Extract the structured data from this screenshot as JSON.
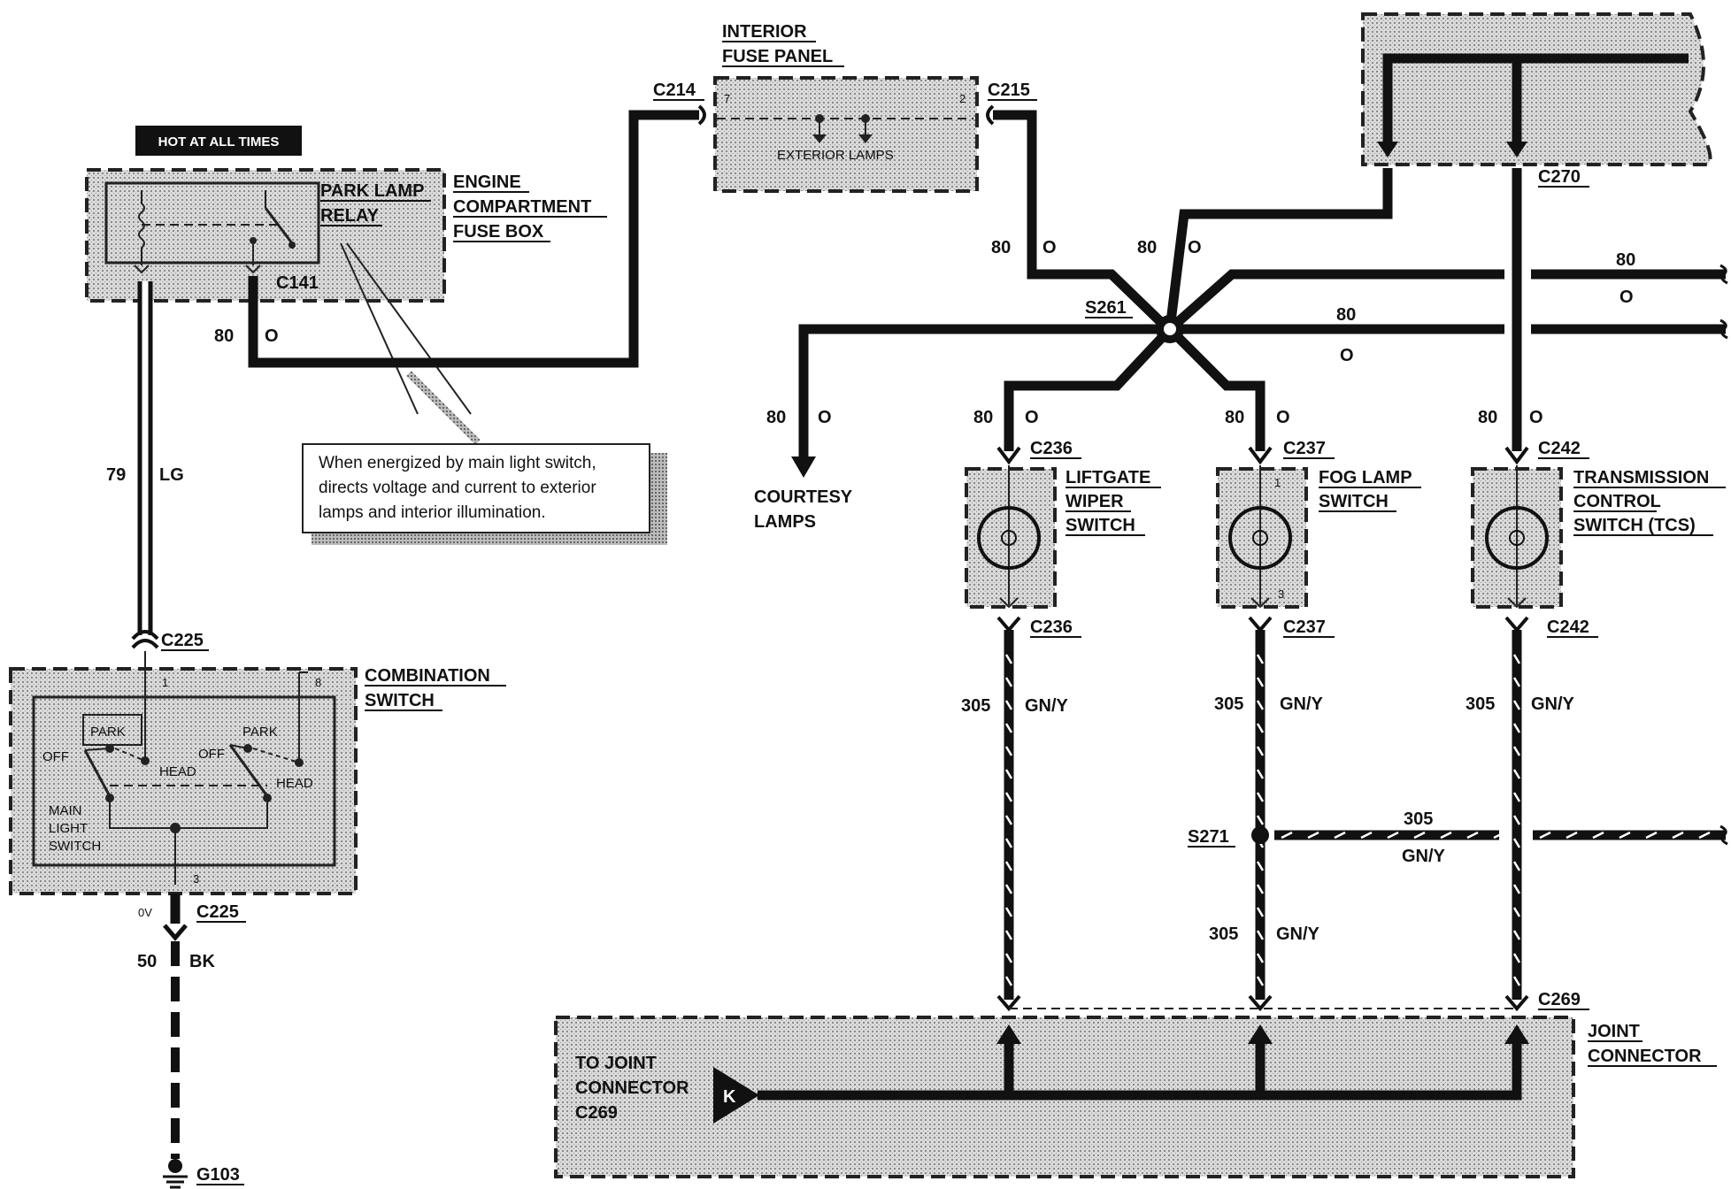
{
  "labels": {
    "hot": "HOT AT ALL TIMES",
    "park_relay_1": "PARK LAMP",
    "park_relay_2": "RELAY",
    "ecfb_1": "ENGINE",
    "ecfb_2": "COMPARTMENT",
    "ecfb_3": "FUSE BOX",
    "c141": "C141",
    "wire80": "80",
    "wireO": "O",
    "wire79": "79",
    "wireLG": "LG",
    "c225": "C225",
    "combo_1": "COMBINATION",
    "combo_2": "SWITCH",
    "pin1": "1",
    "pin8": "8",
    "pin3": "3",
    "park": "PARK",
    "off": "OFF",
    "head": "HEAD",
    "main1": "MAIN",
    "main2": "LIGHT",
    "main3": "SWITCH",
    "zero_v": "0V",
    "wire50": "50",
    "wireBK": "BK",
    "g103": "G103",
    "note_1": "When energized by main light switch,",
    "note_2": "directs voltage and current to exterior",
    "note_3": "lamps and interior  illumination.",
    "c214": "C214",
    "c215": "C215",
    "ifp_1": "INTERIOR",
    "ifp_2": "FUSE PANEL",
    "pin7": "7",
    "pin2": "2",
    "ext_lamps": "EXTERIOR LAMPS",
    "c270": "C270",
    "s261": "S261",
    "courtesy_1": "COURTESY",
    "courtesy_2": "LAMPS",
    "c236": "C236",
    "c237": "C237",
    "c242": "C242",
    "lgw_1": "LIFTGATE",
    "lgw_2": "WIPER",
    "lgw_3": "SWITCH",
    "fog_1": "FOG LAMP",
    "fog_2": "SWITCH",
    "tcs_1": "TRANSMISSION",
    "tcs_2": "CONTROL",
    "tcs_3": "SWITCH (TCS)",
    "wire305": "305",
    "wireGNY": "GN/Y",
    "s271": "S271",
    "c269": "C269",
    "joint_1": "JOINT",
    "joint_2": "CONNECTOR",
    "tojc_1": "TO JOINT",
    "tojc_2": "CONNECTOR",
    "tojc_3": "C269",
    "k": "K",
    "pin_fog_3": "3",
    "pin_fog_1": "1"
  }
}
